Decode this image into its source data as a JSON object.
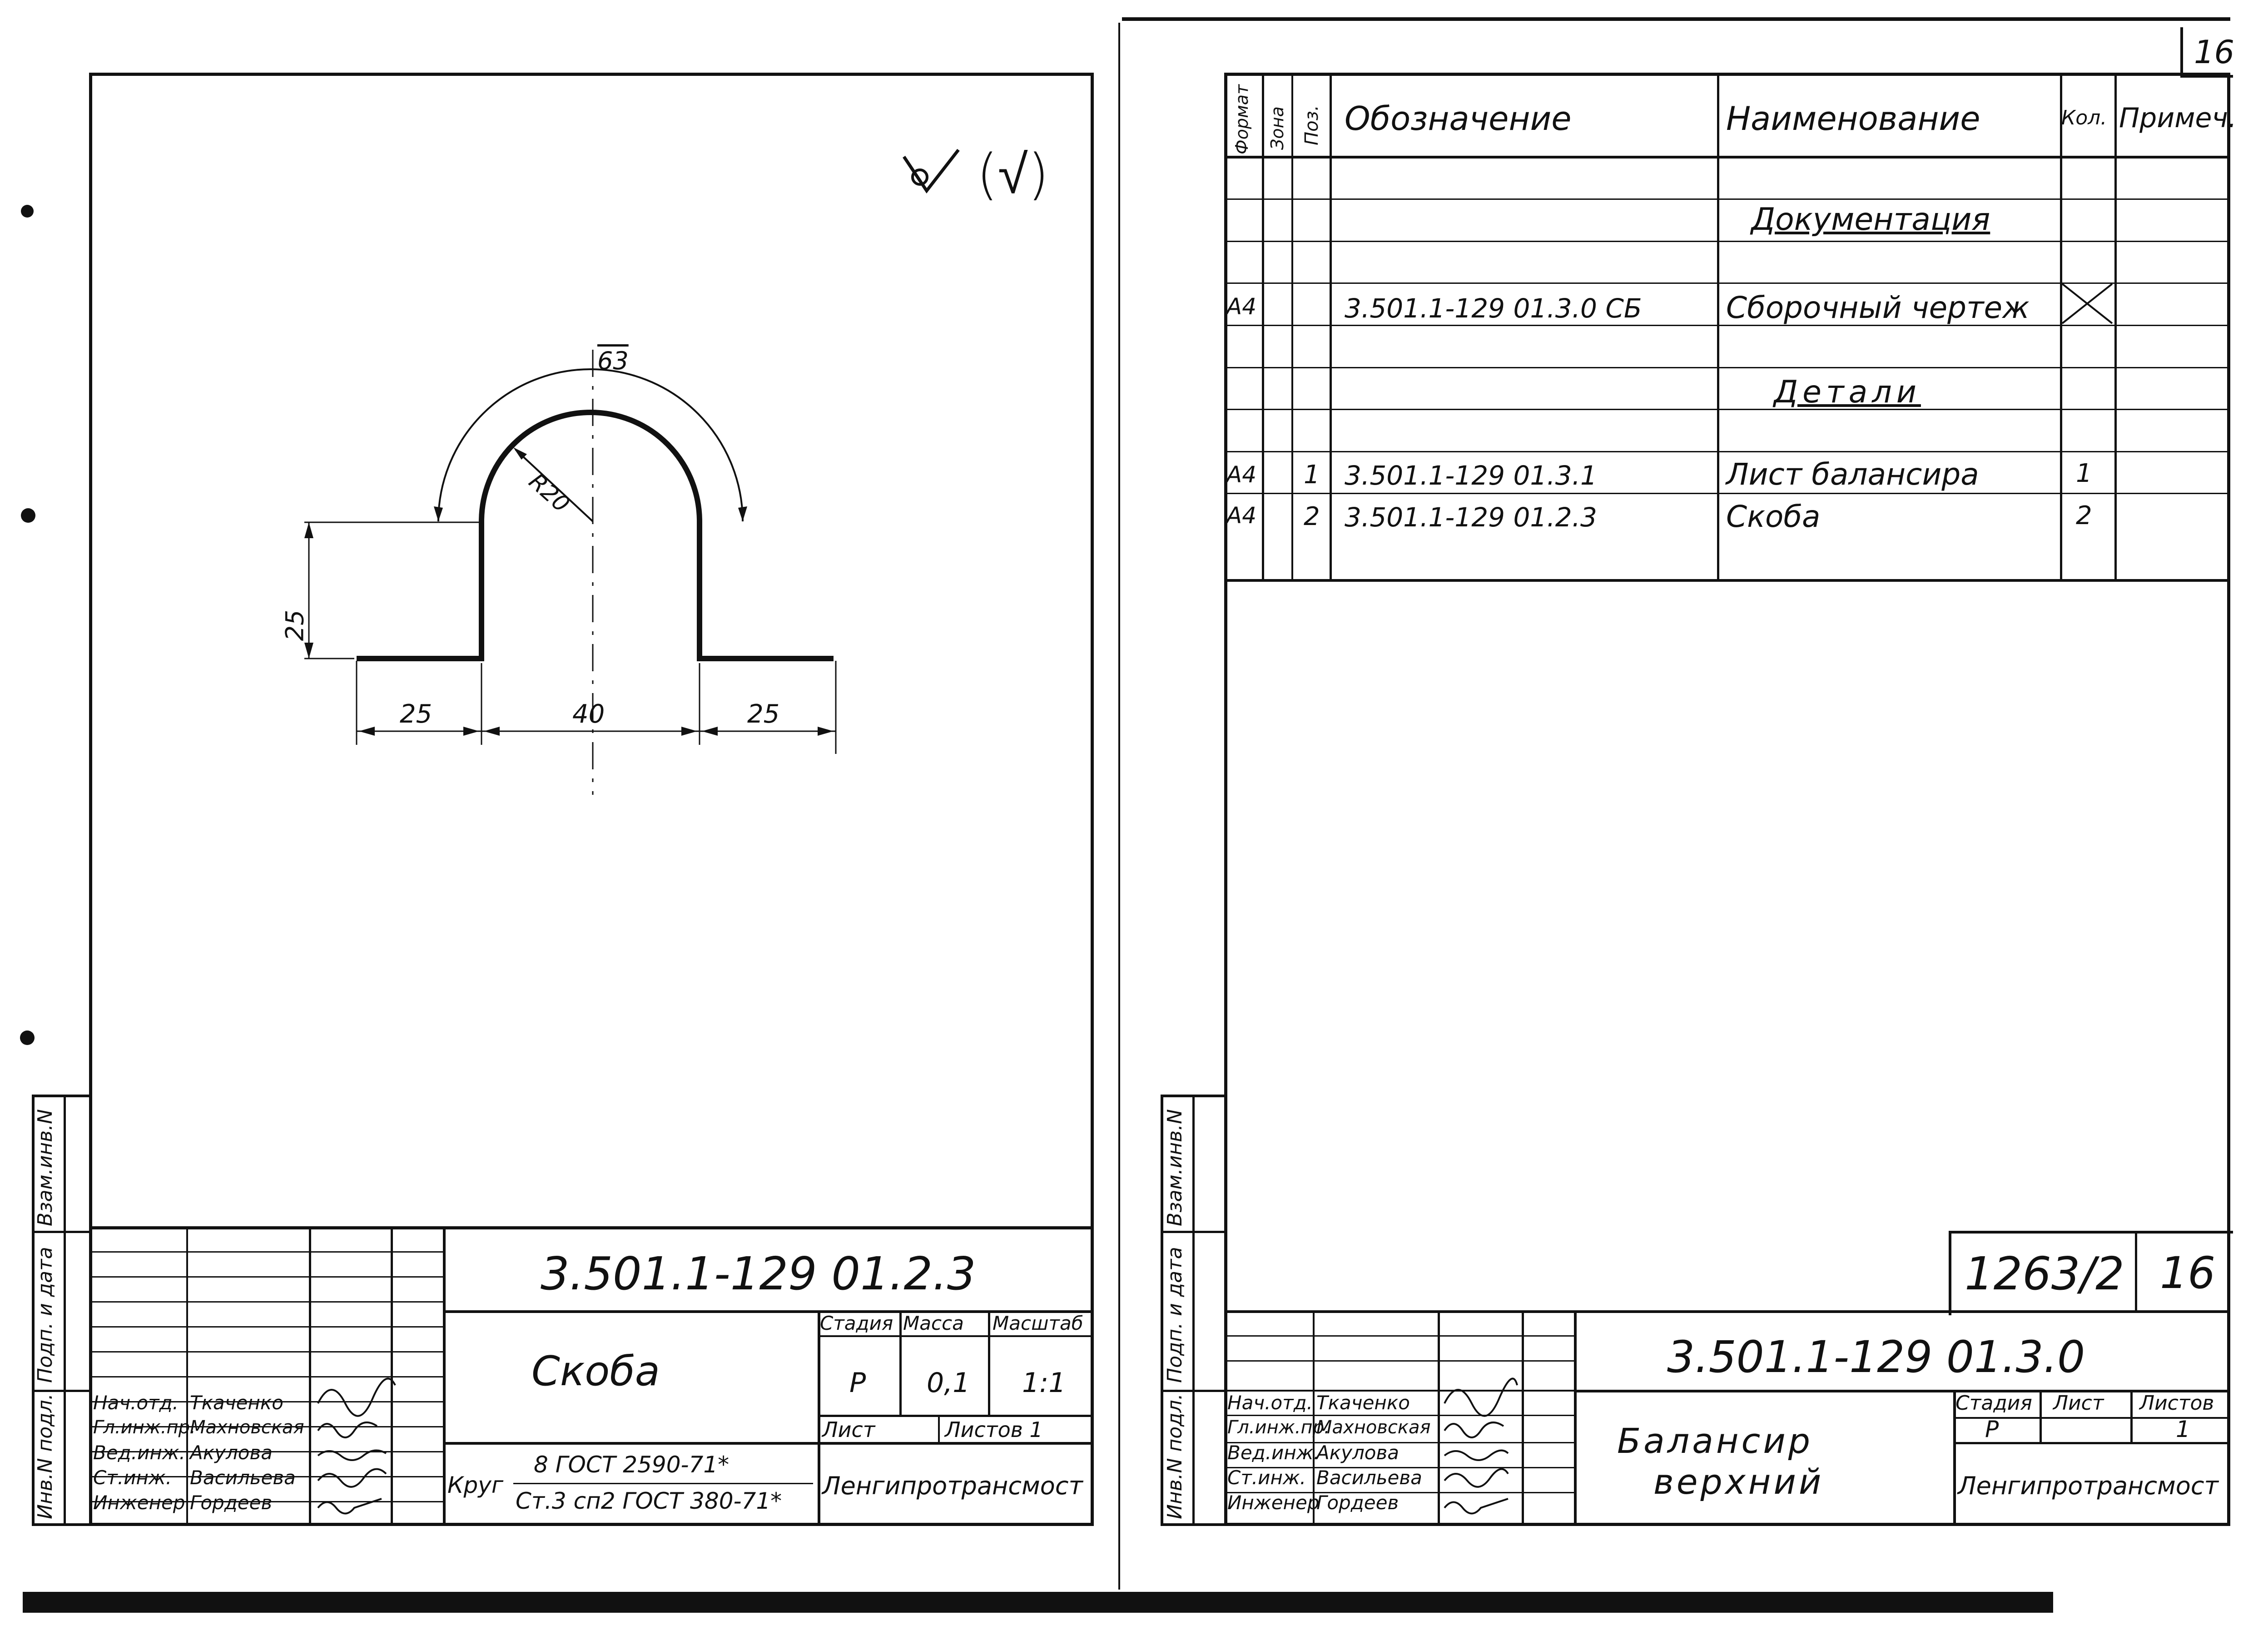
{
  "page_number": "16",
  "left_sheet": {
    "roughness_symbol": "(√)",
    "drawing": {
      "dims": {
        "radius": "R20",
        "arc": "63",
        "height": "25",
        "left": "25",
        "center": "40",
        "right": "25"
      }
    },
    "side_stamp": [
      "Инв.N подл.",
      "Подп. и дата",
      "Взам.инв.N"
    ],
    "title_block": {
      "designation": "3.501.1-129 01.2.3",
      "name": "Скоба",
      "headers": {
        "stage": "Стадия",
        "mass": "Масса",
        "scale": "Масштаб"
      },
      "values": {
        "stage": "Р",
        "mass": "0,1",
        "scale": "1:1"
      },
      "sheet_label": "Лист",
      "sheets_label": "Листов 1",
      "material_prefix": "Круг",
      "material_top": "8 ГОСТ 2590-71*",
      "material_bottom": "Ст.3 сп2 ГОСТ 380-71*",
      "organization": "Ленгипротрансмост",
      "roles": [
        {
          "role": "Нач.отд.",
          "name": "Ткаченко"
        },
        {
          "role": "Гл.инж.пр.",
          "name": "Махновская"
        },
        {
          "role": "Вед.инж.",
          "name": "Акулова"
        },
        {
          "role": "Ст.инж.",
          "name": "Васильева"
        },
        {
          "role": "Инженер",
          "name": "Гордеев"
        }
      ]
    }
  },
  "right_sheet": {
    "spec": {
      "headers": {
        "format": "Формат",
        "zone": "Зона",
        "pos": "Поз.",
        "designation": "Обозначение",
        "name": "Наименование",
        "qty": "Кол.",
        "note": "Примеч."
      },
      "section_docs": "Документация",
      "doc_row": {
        "format": "А4",
        "designation": "3.501.1-129 01.3.0 СБ",
        "name": "Сборочный чертеж"
      },
      "section_parts": "Детали",
      "parts": [
        {
          "format": "А4",
          "pos": "1",
          "designation": "3.501.1-129 01.3.1",
          "name": "Лист балансира",
          "qty": "1"
        },
        {
          "format": "А4",
          "pos": "2",
          "designation": "3.501.1-129 01.2.3",
          "name": "Скоба",
          "qty": "2"
        }
      ]
    },
    "side_stamp": [
      "Инв.N подл.",
      "Подп. и дата",
      "Взам.инв.N"
    ],
    "stamp_code": "1263/2",
    "stamp_sheet": "16",
    "title_block": {
      "designation": "3.501.1-129 01.3.0",
      "name_line1": "Балансир",
      "name_line2": "верхний",
      "headers": {
        "stage": "Стадия",
        "sheet": "Лист",
        "sheets": "Листов"
      },
      "values": {
        "stage": "Р",
        "sheets": "1"
      },
      "organization": "Ленгипротрансмост",
      "roles": [
        {
          "role": "Нач.отд.",
          "name": "Ткаченко"
        },
        {
          "role": "Гл.инж.пр.",
          "name": "Махновская"
        },
        {
          "role": "Вед.инж.",
          "name": "Акулова"
        },
        {
          "role": "Ст.инж.",
          "name": "Васильева"
        },
        {
          "role": "Инженер",
          "name": "Гордеев"
        }
      ]
    }
  }
}
